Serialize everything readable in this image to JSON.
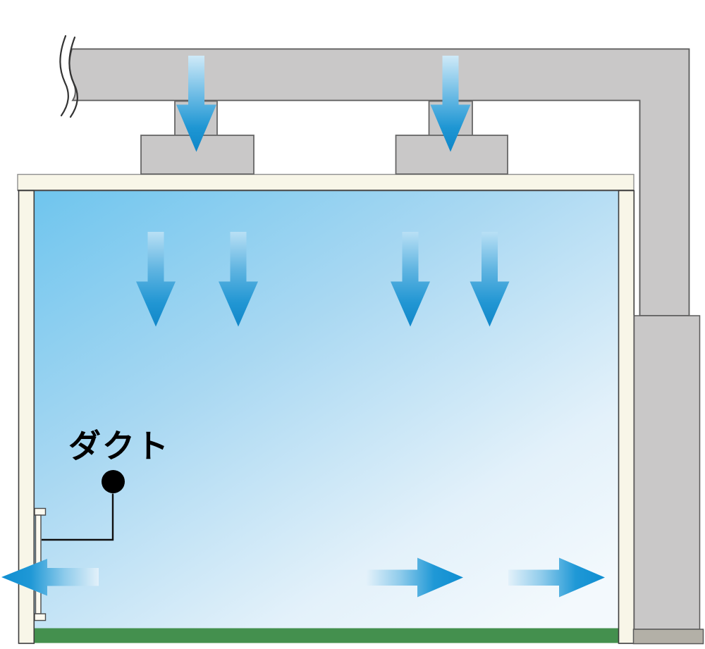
{
  "figure": {
    "type": "airflow-diagram",
    "labels": {
      "duct": "ダクト"
    },
    "airflow_arrows": {
      "supply_down_through_filters": 2,
      "room_downflow": 4,
      "floor_level_rightward": 2,
      "exhaust_leftward_through_wall": 1
    },
    "colors": {
      "arrow_blue_dark": "#0e86c8",
      "arrow_blue_light": "#cfeaf8",
      "duct_gray": "#c9c8c8",
      "duct_border": "#5a5a5a",
      "duct_base_gray": "#b3b0a7",
      "panel_cream": "#f8f6e8",
      "wall_border": "#3c3c3c",
      "floor_green": "#44904e",
      "room_blue_deep": "#6fc5ee",
      "room_blue_pale": "#f3f9fd",
      "label_black": "#000000"
    }
  }
}
